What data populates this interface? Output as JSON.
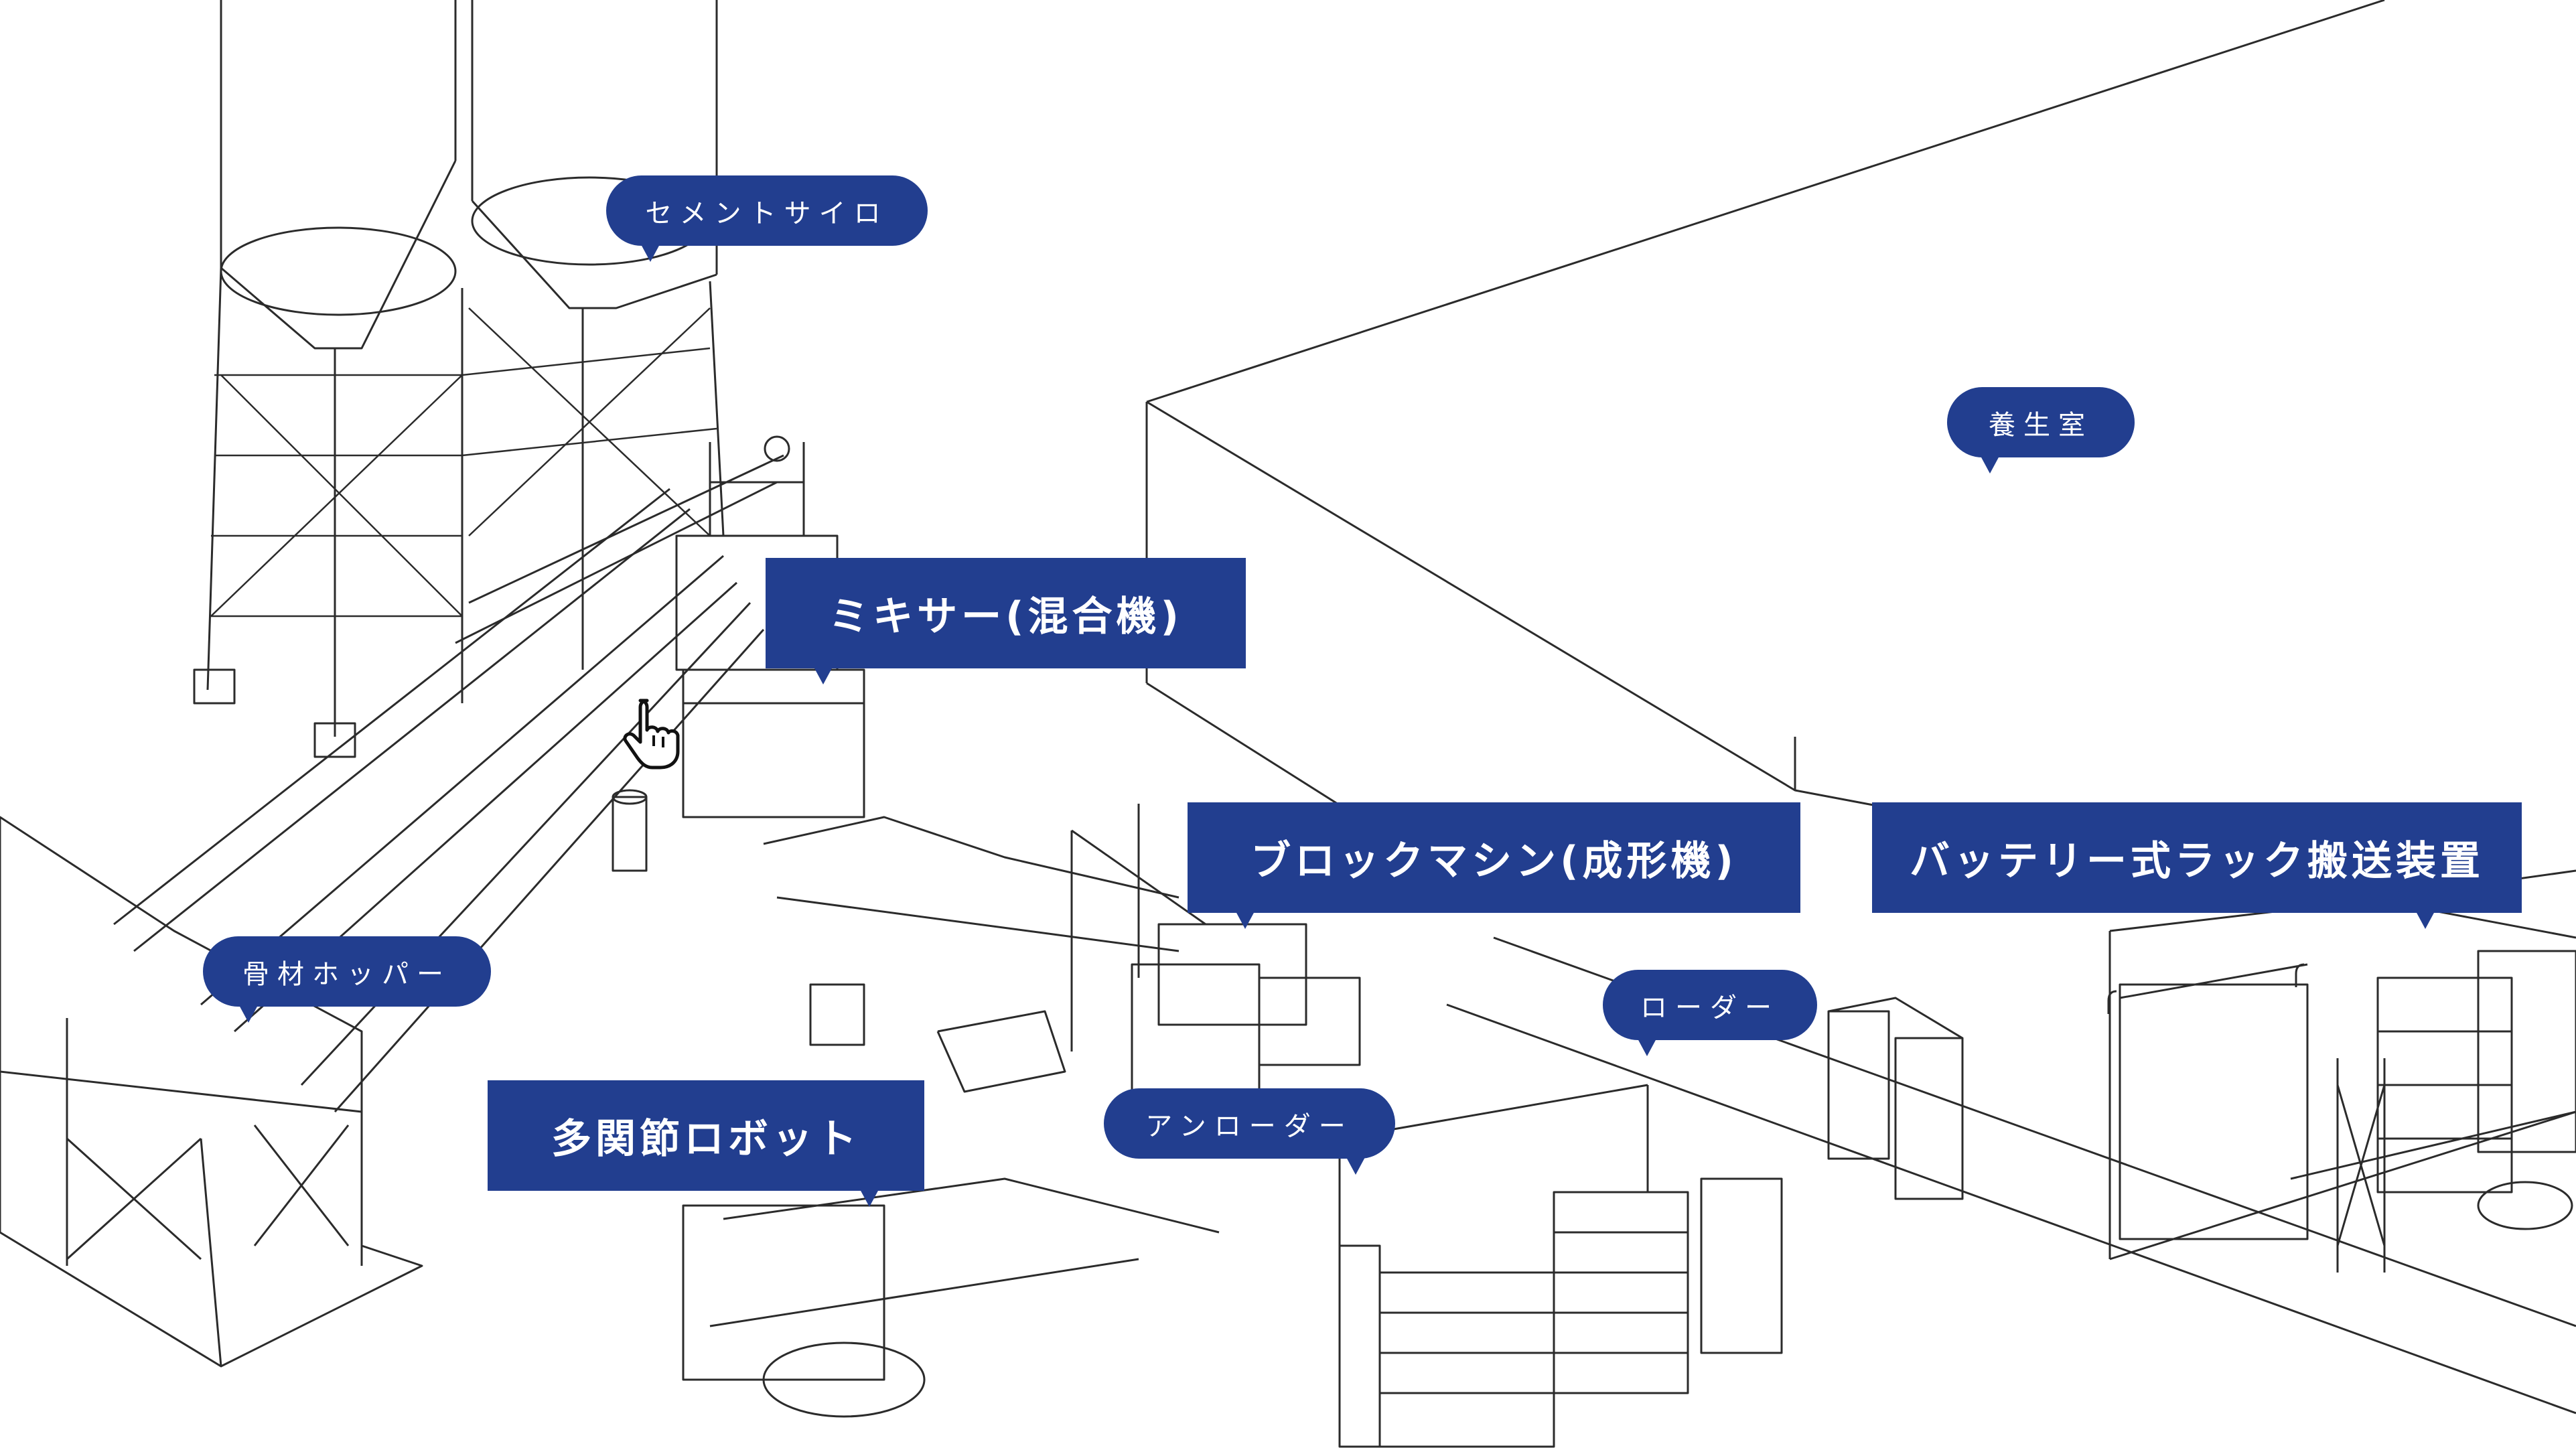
{
  "labels": {
    "cement_silo": "セメントサイロ",
    "curing_room": "養生室",
    "mixer": "ミキサー(混合機)",
    "block_machine": "ブロックマシン(成形機)",
    "battery_rack": "バッテリー式ラック搬送装置",
    "aggregate_hopper": "骨材ホッパー",
    "loader": "ローダー",
    "unloader": "アンローダー",
    "robot": "多関節ロボット"
  },
  "colors": {
    "label_bg": "#223e8f",
    "label_text": "#ffffff",
    "line_art": "#2b2b2b",
    "background": "#ffffff"
  },
  "icons": {
    "cursor": "hand-pointer-icon"
  }
}
